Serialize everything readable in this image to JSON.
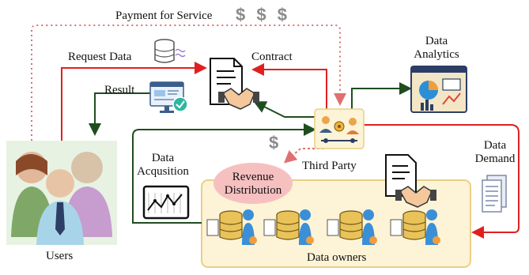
{
  "labels": {
    "payment": "Payment for Service",
    "money_symbols": "$ $ $",
    "dollar": "$",
    "request_data": "Request Data",
    "contract": "Contract",
    "result": "Result",
    "data_analytics_1": "Data",
    "data_analytics_2": "Analytics",
    "data_acquisition_1": "Data",
    "data_acquisition_2": "Acqusition",
    "third_party": "Third Party",
    "revenue_1": "Revenue",
    "revenue_2": "Distribution",
    "data_demand_1": "Data",
    "data_demand_2": "Demand",
    "users": "Users",
    "data_owners": "Data owners"
  },
  "colors": {
    "request_flow": "#e02020",
    "result_flow": "#1f4d1f",
    "payment_flow": "#e07070",
    "owners_panel_fill": "#fdf3d6",
    "owners_panel_border": "#e9cf86",
    "revenue_fill": "#f6c0c0",
    "users_panel_fill": "#e8f2e3"
  }
}
